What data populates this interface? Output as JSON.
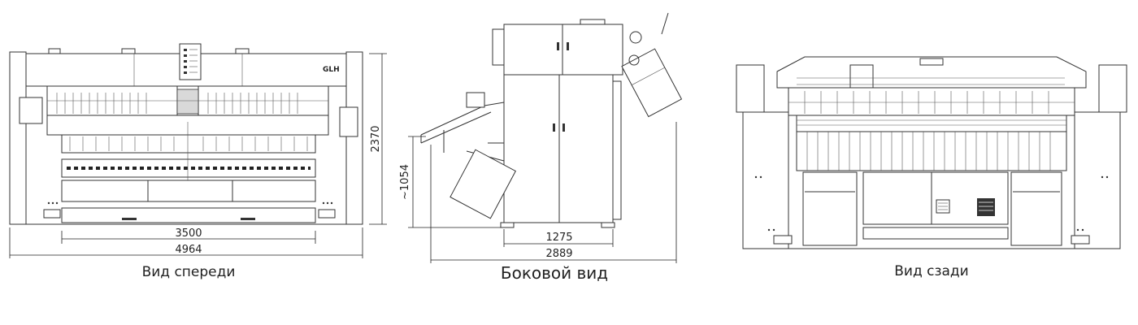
{
  "front_view": {
    "caption": "Вид спереди",
    "logo": "GLH",
    "dims": {
      "width_inner": "3500",
      "width_total": "4964",
      "height": "2370"
    }
  },
  "side_view": {
    "caption": "Боковой вид",
    "dims": {
      "depth_inner": "1275",
      "depth_total": "2889",
      "feed_height": "~1054"
    }
  },
  "rear_view": {
    "caption": "Вид сзади"
  }
}
